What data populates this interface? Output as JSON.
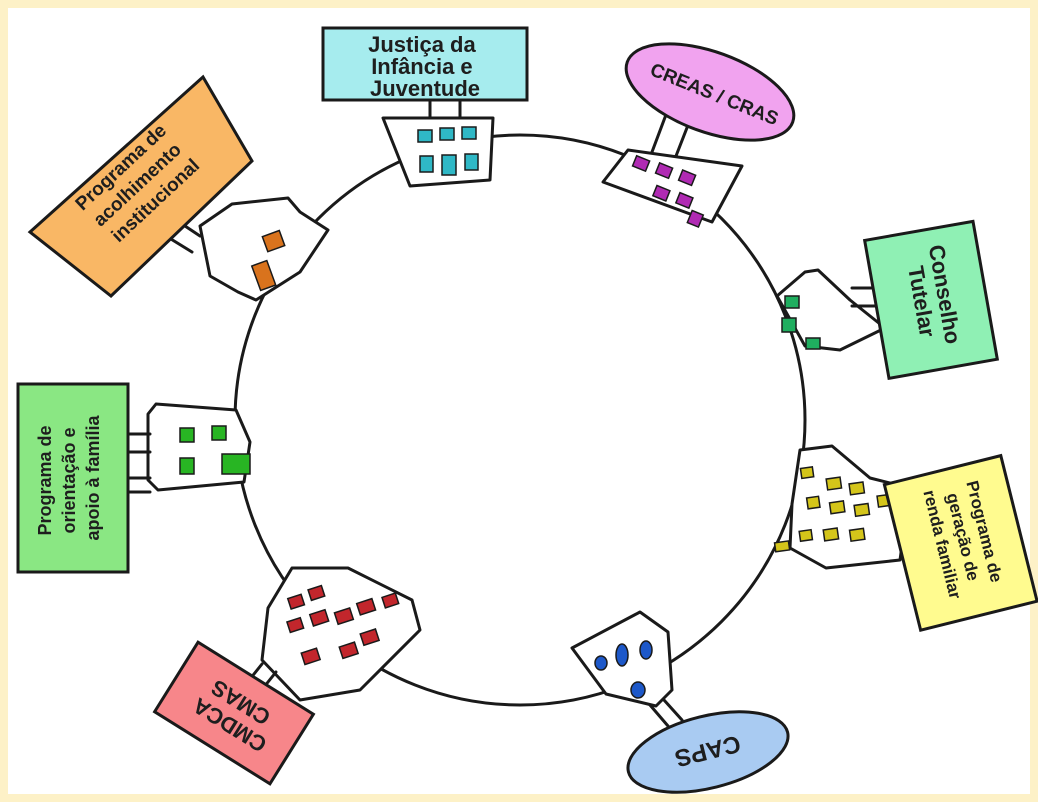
{
  "background_color": "#fdf1c7",
  "nodes": [
    {
      "id": "justica",
      "lines": [
        "Justiça da",
        "Infância e",
        "Juventude"
      ],
      "color": "#a6ecee",
      "window_color": "#2fb8c6",
      "text_color": "#2a2a2a"
    },
    {
      "id": "creas",
      "lines": [
        "CREAS / CRAS"
      ],
      "color": "#f1a3ef",
      "window_color": "#b02ab3",
      "text_color": "#2a2a2a"
    },
    {
      "id": "conselho",
      "lines": [
        "Conselho",
        "Tutelar"
      ],
      "color": "#8ff0b4",
      "window_color": "#1fae5f",
      "text_color": "#2a2a2a"
    },
    {
      "id": "renda",
      "lines": [
        "Programa de",
        "geração de",
        "renda familiar"
      ],
      "color": "#fffb8f",
      "window_color": "#d4c51a",
      "text_color": "#2a2a2a"
    },
    {
      "id": "caps",
      "lines": [
        "CAPS"
      ],
      "color": "#a9cbf2",
      "window_color": "#1d58c9",
      "text_color": "#2a2a2a"
    },
    {
      "id": "cmdca",
      "lines": [
        "CMDCA",
        "CMAS"
      ],
      "color": "#f7868a",
      "window_color": "#c2262c",
      "text_color": "#2a2a2a"
    },
    {
      "id": "familia",
      "lines": [
        "Programa de",
        "orientação e",
        "apoio à família"
      ],
      "color": "#8ae783",
      "window_color": "#28b523",
      "text_color": "#2a2a2a"
    },
    {
      "id": "acolhimento",
      "lines": [
        "Programa de",
        "acolhimento",
        "institucional"
      ],
      "color": "#f9b765",
      "window_color": "#d9731d",
      "text_color": "#e8741a"
    }
  ]
}
